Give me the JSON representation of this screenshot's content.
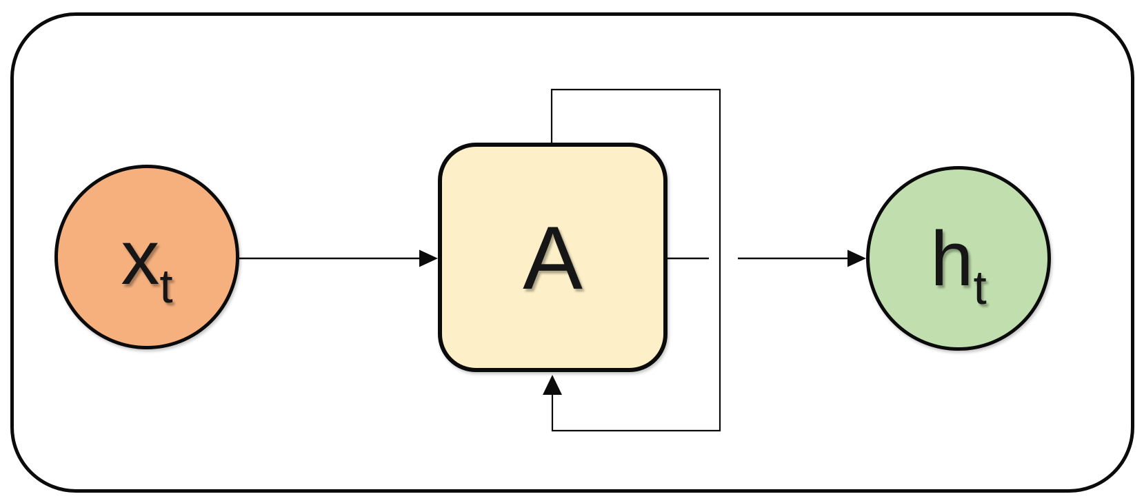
{
  "diagram": {
    "nodes": {
      "input": {
        "main": "x",
        "sub": "t"
      },
      "cell": {
        "label": "A"
      },
      "output": {
        "main": "h",
        "sub": "t"
      }
    },
    "edges": [
      {
        "from": "x_t",
        "to": "A",
        "arrow": true
      },
      {
        "from": "A",
        "to": "h_t",
        "arrow": true
      },
      {
        "from": "A",
        "to": "A",
        "type": "recurrent-loop",
        "arrow": true
      }
    ],
    "colors": {
      "input_fill": "#F5B07E",
      "cell_fill": "#FDF0C8",
      "output_fill": "#C1DFAE",
      "stroke": "#0b0b0b",
      "background": "#ffffff"
    }
  }
}
